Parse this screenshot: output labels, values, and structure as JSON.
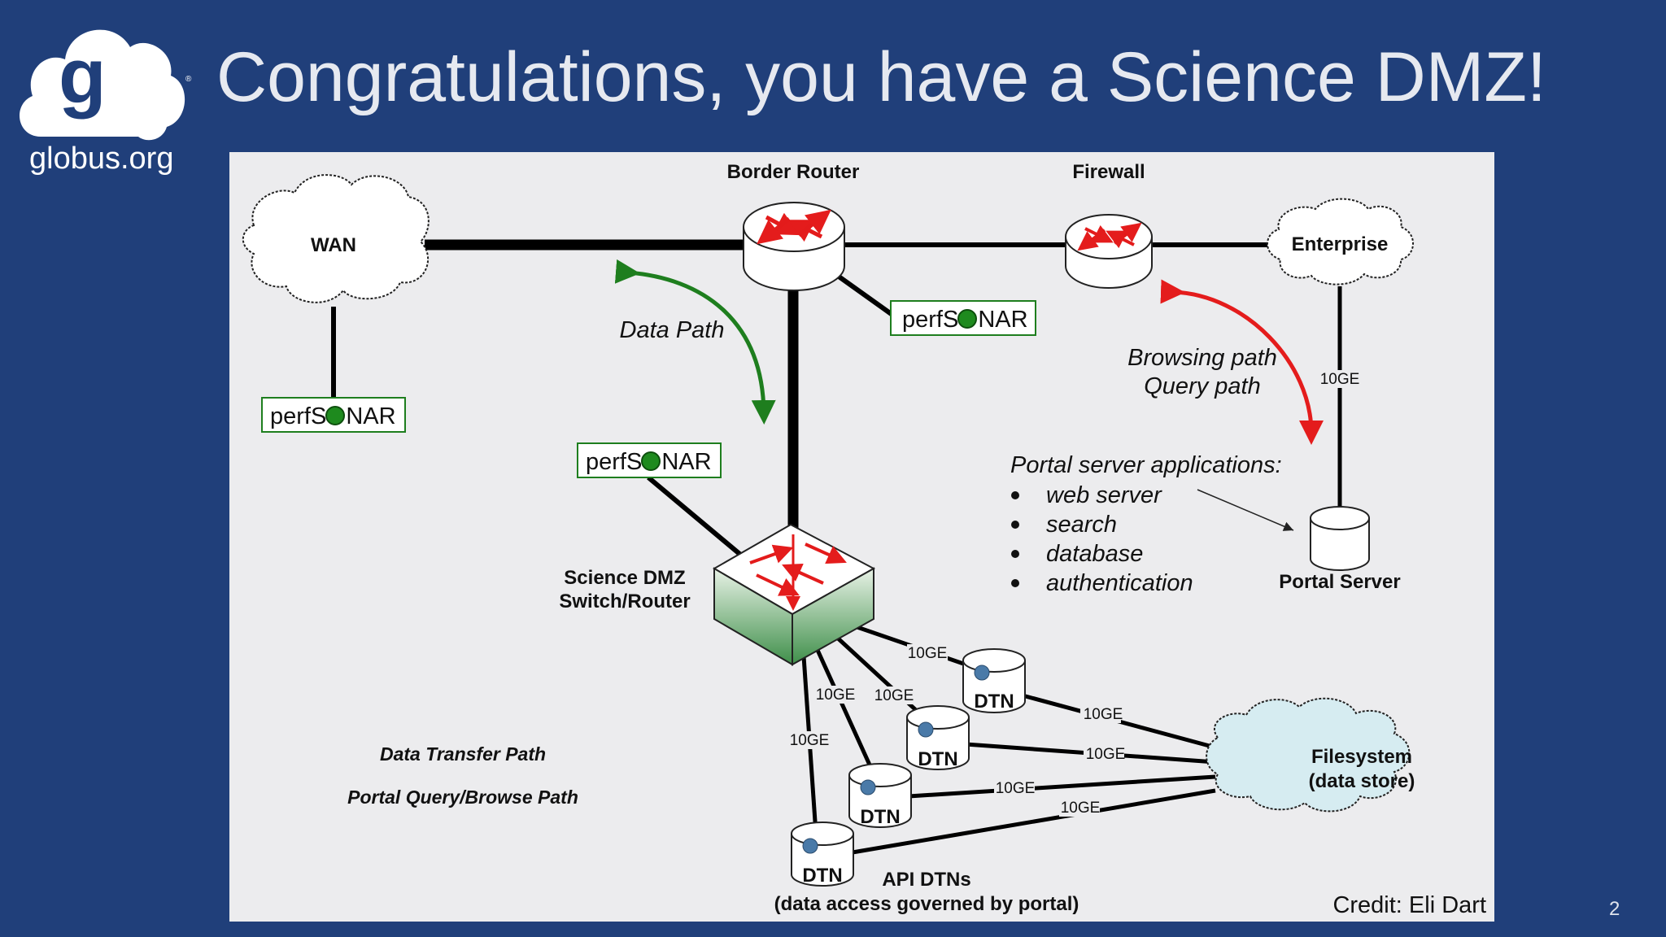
{
  "slide": {
    "title": "Congratulations, you have a Science DMZ!",
    "logo_text": "globus.org",
    "slide_number": "2"
  },
  "diagram": {
    "border_router": "Border Router",
    "firewall": "Firewall",
    "wan": "WAN",
    "enterprise": "Enterprise",
    "perfsonar_prefix": "perfS",
    "perfsonar_suffix": "NAR",
    "data_path": "Data Path",
    "browsing_path": "Browsing path",
    "query_path": "Query path",
    "link_speed": "10GE",
    "portal_apps_heading": "Portal server applications:",
    "portal_apps": [
      "web server",
      "search",
      "database",
      "authentication"
    ],
    "portal_server": "Portal Server",
    "dmz_switch_line1": "Science DMZ",
    "dmz_switch_line2": "Switch/Router",
    "dtn": "DTN",
    "filesystem_line1": "Filesystem",
    "filesystem_line2": "(data store)",
    "legend_data_transfer": "Data Transfer Path",
    "legend_portal_query": "Portal Query/Browse Path",
    "api_dtns_line1": "API DTNs",
    "api_dtns_line2": "(data access governed by portal)",
    "credit": "Credit: Eli Dart",
    "colors": {
      "data_path": "#1e7e1e",
      "browse_path": "#e41c1c",
      "router_arrows": "#e31b1b",
      "switch_green": "#3f8f4a",
      "filesystem": "#d6ecf1"
    }
  }
}
